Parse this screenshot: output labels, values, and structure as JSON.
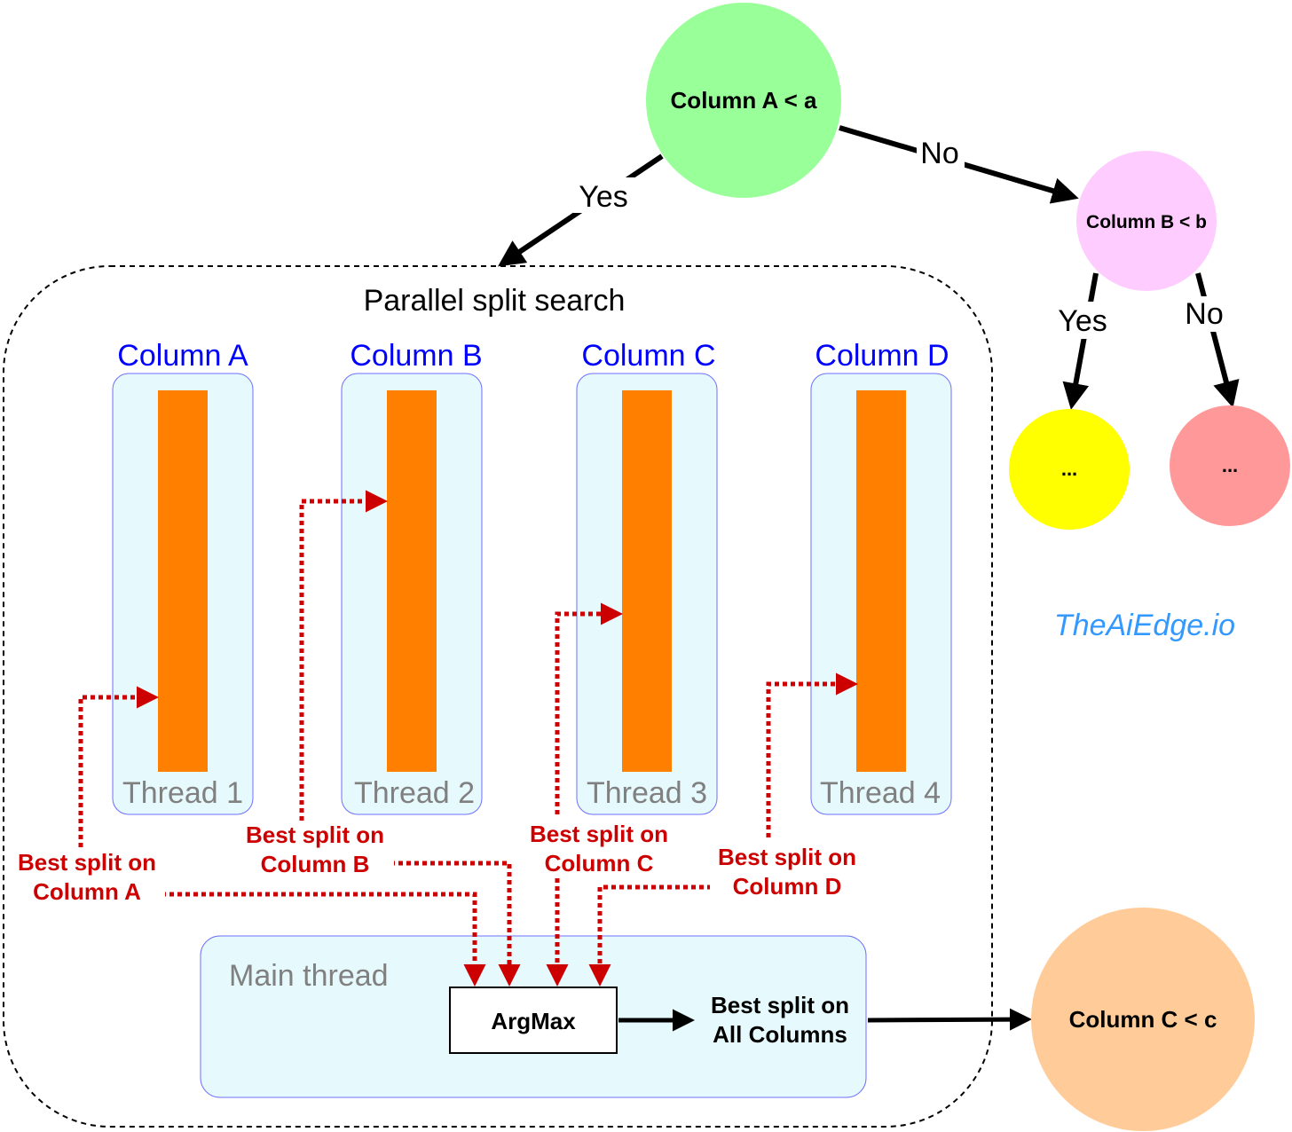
{
  "colors": {
    "root_node": "#99ff99",
    "node_b": "#ffccff",
    "leaf_yes": "#ffff00",
    "leaf_no": "#ff9999",
    "result_node": "#ffcc99",
    "column_header": "#0000ff",
    "thread_label": "#808080",
    "panel_fill": "#e6f9fc",
    "panel_border": "#6f6fff",
    "bar": "#ff8000",
    "annotation": "#cc0000",
    "brand": "#3399ff"
  },
  "tree": {
    "root_label": "Column A < a",
    "root_yes": "Yes",
    "root_no": "No",
    "node_b_label": "Column B < b",
    "node_b_yes": "Yes",
    "node_b_no": "No",
    "leaf_yes_label": "...",
    "leaf_no_label": "...",
    "result_label": "Column C < c"
  },
  "search": {
    "title": "Parallel split search",
    "columns": [
      {
        "header": "Column A",
        "thread": "Thread 1",
        "annotation_line1": "Best split on",
        "annotation_line2": "Column A"
      },
      {
        "header": "Column B",
        "thread": "Thread 2",
        "annotation_line1": "Best split on",
        "annotation_line2": "Column B"
      },
      {
        "header": "Column C",
        "thread": "Thread 3",
        "annotation_line1": "Best split on",
        "annotation_line2": "Column C"
      },
      {
        "header": "Column D",
        "thread": "Thread 4",
        "annotation_line1": "Best split on",
        "annotation_line2": "Column D"
      }
    ],
    "main_thread_label": "Main thread",
    "argmax_label": "ArgMax",
    "result_line1": "Best split on",
    "result_line2": "All Columns"
  },
  "brand": "TheAiEdge.io"
}
